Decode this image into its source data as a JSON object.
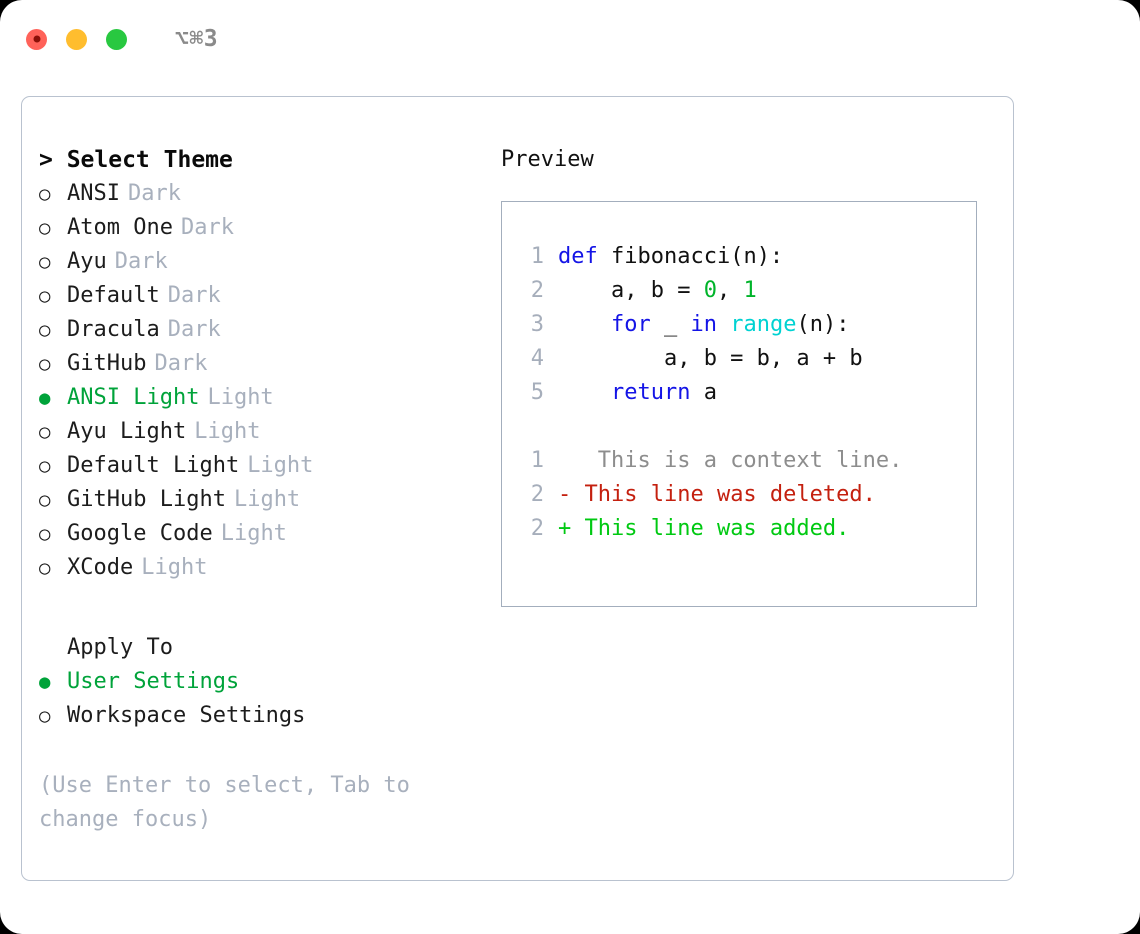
{
  "titlebar": {
    "shortcut": "⌥⌘3",
    "buttons": [
      {
        "name": "close",
        "color": "#ff6259"
      },
      {
        "name": "minimize",
        "color": "#ffbd2e"
      },
      {
        "name": "maximize",
        "color": "#28c840"
      }
    ]
  },
  "theme_list": {
    "header": "> Select Theme",
    "items": [
      {
        "marker": "○",
        "label": "ANSI",
        "badge": "Dark",
        "selected": false
      },
      {
        "marker": "○",
        "label": "Atom One",
        "badge": "Dark",
        "selected": false
      },
      {
        "marker": "○",
        "label": "Ayu",
        "badge": "Dark",
        "selected": false
      },
      {
        "marker": "○",
        "label": "Default",
        "badge": "Dark",
        "selected": false
      },
      {
        "marker": "○",
        "label": "Dracula",
        "badge": "Dark",
        "selected": false
      },
      {
        "marker": "○",
        "label": "GitHub",
        "badge": "Dark",
        "selected": false
      },
      {
        "marker": "●",
        "label": "ANSI Light",
        "badge": "Light",
        "selected": true
      },
      {
        "marker": "○",
        "label": "Ayu Light",
        "badge": "Light",
        "selected": false
      },
      {
        "marker": "○",
        "label": "Default Light",
        "badge": "Light",
        "selected": false
      },
      {
        "marker": "○",
        "label": "GitHub Light",
        "badge": "Light",
        "selected": false
      },
      {
        "marker": "○",
        "label": "Google Code",
        "badge": "Light",
        "selected": false
      },
      {
        "marker": "○",
        "label": "XCode",
        "badge": "Light",
        "selected": false
      }
    ]
  },
  "apply_to": {
    "header": "Apply To",
    "items": [
      {
        "marker": "●",
        "label": "User Settings",
        "selected": true
      },
      {
        "marker": "○",
        "label": "Workspace Settings",
        "selected": false
      }
    ]
  },
  "hint": "(Use Enter to select, Tab to change focus)",
  "preview": {
    "title": "Preview",
    "code": [
      {
        "lineno": "1",
        "tokens": [
          {
            "t": "def",
            "c": "kw"
          },
          {
            "t": " fibonacci(n):",
            "c": "pl"
          }
        ]
      },
      {
        "lineno": "2",
        "tokens": [
          {
            "t": "    a, b = ",
            "c": "pl"
          },
          {
            "t": "0",
            "c": "num"
          },
          {
            "t": ", ",
            "c": "pl"
          },
          {
            "t": "1",
            "c": "num"
          }
        ]
      },
      {
        "lineno": "3",
        "tokens": [
          {
            "t": "    ",
            "c": "pl"
          },
          {
            "t": "for",
            "c": "kw"
          },
          {
            "t": " _ ",
            "c": "pl"
          },
          {
            "t": "in",
            "c": "kw"
          },
          {
            "t": " ",
            "c": "pl"
          },
          {
            "t": "range",
            "c": "fn"
          },
          {
            "t": "(n):",
            "c": "pl"
          }
        ]
      },
      {
        "lineno": "4",
        "tokens": [
          {
            "t": "        a, b = b, a + b",
            "c": "pl"
          }
        ]
      },
      {
        "lineno": "5",
        "tokens": [
          {
            "t": "    ",
            "c": "pl"
          },
          {
            "t": "return",
            "c": "kw"
          },
          {
            "t": " a",
            "c": "pl"
          }
        ]
      }
    ],
    "diff": [
      {
        "lineno": "1",
        "sign": " ",
        "text": "  This is a context line.",
        "kind": "ctx"
      },
      {
        "lineno": "2",
        "sign": "-",
        "text": " This line was deleted.",
        "kind": "del"
      },
      {
        "lineno": "2",
        "sign": "+",
        "text": " This line was added.",
        "kind": "add"
      }
    ]
  },
  "colors": {
    "accent_green": "#00a33a",
    "muted": "#a8b0bd",
    "keyword_blue": "#1414e6",
    "function_cyan": "#00d2d2",
    "number_green": "#00b42a",
    "diff_delete_red": "#c4200f",
    "diff_add_green": "#00c912",
    "border": "#b9c2cf"
  }
}
